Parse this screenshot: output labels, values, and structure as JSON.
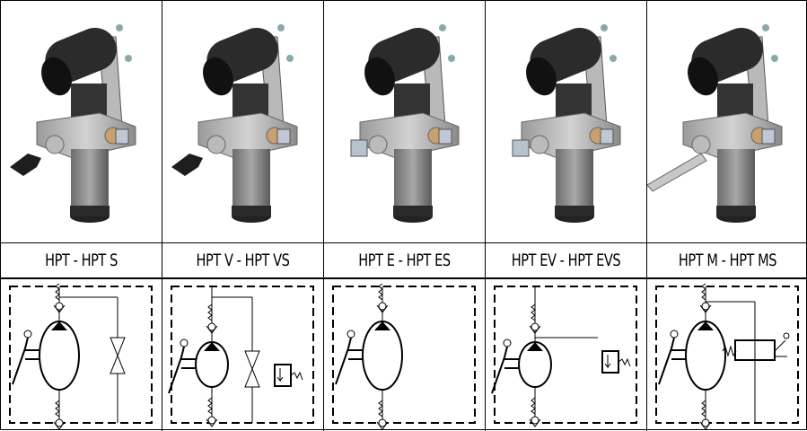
{
  "models": [
    {
      "label": "HPT - HPT S",
      "handle": "knob",
      "valve": true,
      "relief": false,
      "directional": false
    },
    {
      "label": "HPT V - HPT VS",
      "handle": "knob",
      "valve": true,
      "relief": true,
      "directional": false
    },
    {
      "label": "HPT E - HPT ES",
      "handle": "none",
      "valve": false,
      "relief": false,
      "directional": false
    },
    {
      "label": "HPT EV - HPT EVS",
      "handle": "none",
      "valve": false,
      "relief": true,
      "directional": false
    },
    {
      "label": "HPT M - HPT MS",
      "handle": "lever",
      "valve": false,
      "relief": false,
      "directional": true
    }
  ]
}
